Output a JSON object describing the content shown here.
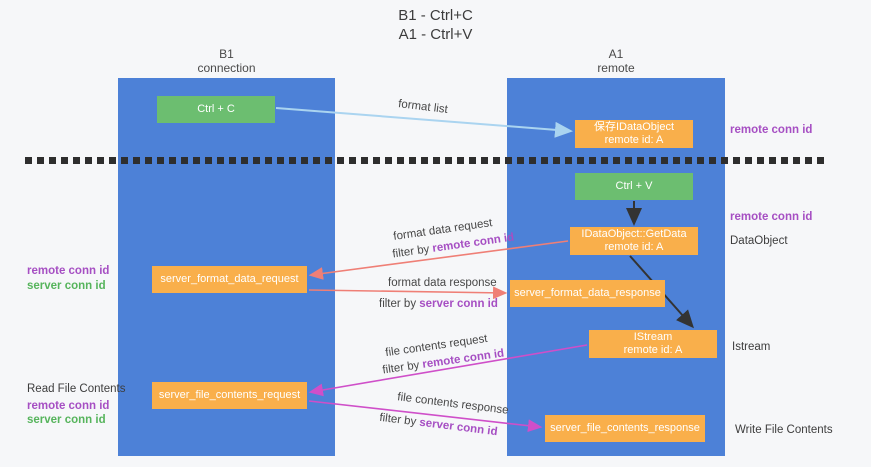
{
  "title": {
    "line1": "B1 - Ctrl+C",
    "line2": "A1 - Ctrl+V"
  },
  "lifelines": {
    "b1": {
      "name": "B1",
      "subtitle": "connection"
    },
    "a1": {
      "name": "A1",
      "subtitle": "remote"
    }
  },
  "nodes": {
    "ctrl_c": {
      "label": "Ctrl + C"
    },
    "save_dataobject": {
      "line1": "保存IDataObject",
      "line2": "remote id: A"
    },
    "ctrl_v": {
      "label": "Ctrl + V"
    },
    "getdata": {
      "line1": "IDataObject::GetData",
      "line2": "remote id: A"
    },
    "format_request": {
      "label": "server_format_data_request"
    },
    "format_response": {
      "label": "server_format_data_response"
    },
    "istream": {
      "line1": "IStream",
      "line2": "remote id: A"
    },
    "file_request": {
      "label": "server_file_contents_request"
    },
    "file_response": {
      "label": "server_file_contents_response"
    }
  },
  "edge_labels": {
    "format_list": "format list",
    "format_data_request": {
      "text": "format data request",
      "filter_prefix": "filter by ",
      "filter_key": "remote conn id"
    },
    "format_data_response": {
      "text": "format data response",
      "filter_prefix": "filter by ",
      "filter_key": "server conn id"
    },
    "file_contents_request": {
      "text": "file contents request",
      "filter_prefix": "filter by ",
      "filter_key": "remote conn id"
    },
    "file_contents_response": {
      "text": "file contents response",
      "filter_prefix": "filter by ",
      "filter_key": "server conn id"
    }
  },
  "annotations": {
    "right_save": "remote conn id",
    "right_ctrlv": "remote conn id",
    "right_getdata": "DataObject",
    "right_istream": "Istream",
    "right_file_response": "Write File Contents",
    "left_format_remote": "remote conn id",
    "left_format_server": "server conn id",
    "left_file_title": "Read File Contents",
    "left_file_remote": "remote conn id",
    "left_file_server": "server conn id"
  },
  "colors": {
    "lifeline_blue": "#4d81d7",
    "box_green": "#6cbe70",
    "box_orange": "#f9af4b",
    "text_purple": "#a64fc3",
    "text_green": "#56b45c",
    "arrow_blue": "#aad4f0",
    "arrow_red": "#ef7f76",
    "arrow_magenta": "#cf4fc9",
    "arrow_black": "#333333"
  }
}
